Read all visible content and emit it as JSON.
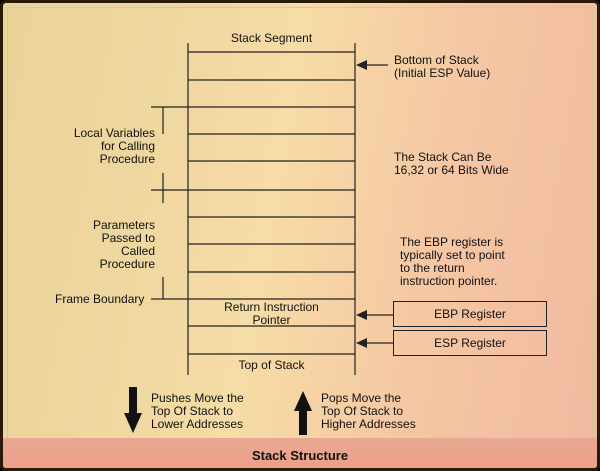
{
  "diagram": {
    "stack_segment_label": "Stack Segment",
    "return_cell_label": "Return Instruction\nPointer",
    "top_of_stack_label": "Top of Stack",
    "left_labels": {
      "local_variables": "Local Variables\nfor Calling\nProcedure",
      "parameters": "Parameters\nPassed to\nCalled\nProcedure",
      "frame_boundary": "Frame Boundary"
    },
    "right_labels": {
      "bottom_of_stack": "Bottom of Stack\n(Initial ESP Value)",
      "stack_width": "The Stack Can Be\n16,32 or 64 Bits Wide",
      "ebp_note": "The EBP register is\ntypically set to point\nto the return\ninstruction pointer."
    },
    "registers": {
      "ebp": "EBP Register",
      "esp": "ESP Register"
    },
    "legend": {
      "pushes": "Pushes Move the\nTop Of Stack to\nLower Addresses",
      "pops": "Pops Move the\nTop Of Stack to\nHigher Addresses"
    },
    "caption": "Stack Structure"
  }
}
